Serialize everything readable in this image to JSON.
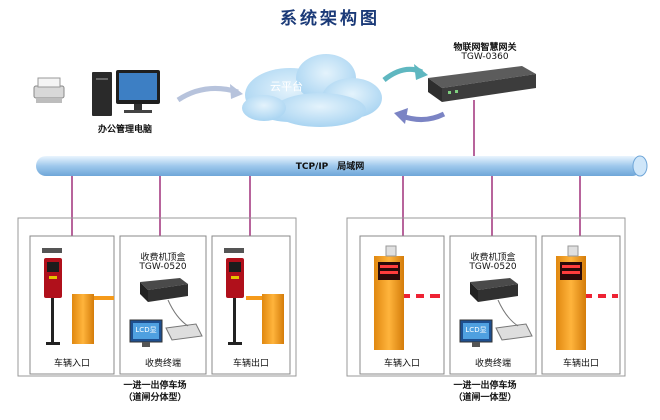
{
  "title": "系统架构图",
  "office_pc_label": "办公管理电脑",
  "cloud_label": "云平台",
  "gateway": {
    "name": "物联网智慧网关",
    "model": "TGW-0360"
  },
  "network_bus_label": "TCP/IP　局域网",
  "sites": [
    {
      "entry_label": "车辆入口",
      "box_title": "收费机顶盒",
      "box_model": "TGW-0520",
      "lcd_label": "LCD显",
      "terminal_label": "收费终端",
      "exit_label": "车辆出口",
      "caption_line1": "一进一出停车场",
      "caption_line2": "（道闸分体型）"
    },
    {
      "entry_label": "车辆入口",
      "box_title": "收费机顶盒",
      "box_model": "TGW-0520",
      "lcd_label": "LCD显",
      "terminal_label": "收费终端",
      "exit_label": "车辆出口",
      "caption_line1": "一进一出停车场",
      "caption_line2": "（道闸一体型）"
    }
  ],
  "colors": {
    "title": "#1b3a78",
    "bus": "#9ec8ec",
    "drop_line": "#a0307a",
    "barrier": "#f59a1a",
    "cloud": "#b5dbf3"
  }
}
